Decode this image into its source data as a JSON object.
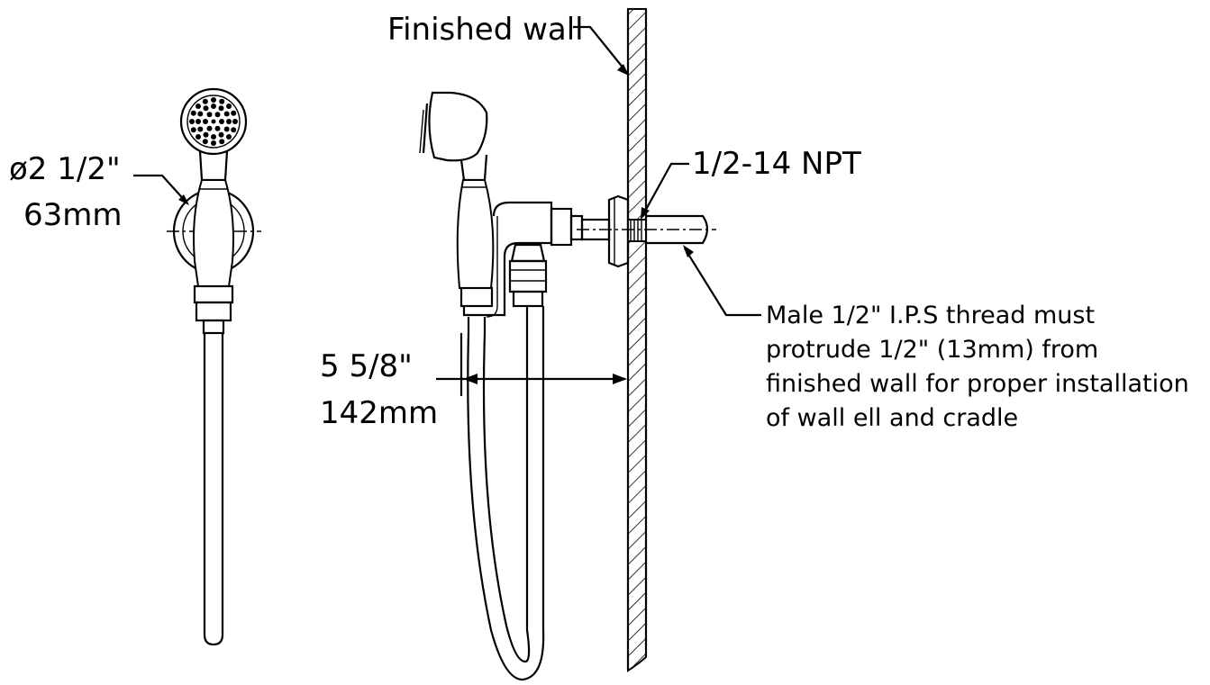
{
  "labels": {
    "finished_wall": "Finished wall",
    "npt": "1/2-14 NPT",
    "diameter_in": "ø2 1/2\"",
    "diameter_mm": "63mm",
    "projection_in": "5 5/8\"",
    "projection_mm": "142mm",
    "note": [
      "Male 1/2\" I.P.S thread must",
      "protrude 1/2\" (13mm) from",
      "finished wall for proper installation",
      "of wall ell and cradle"
    ]
  },
  "colors": {
    "line": "#000000",
    "background": "#ffffff"
  }
}
